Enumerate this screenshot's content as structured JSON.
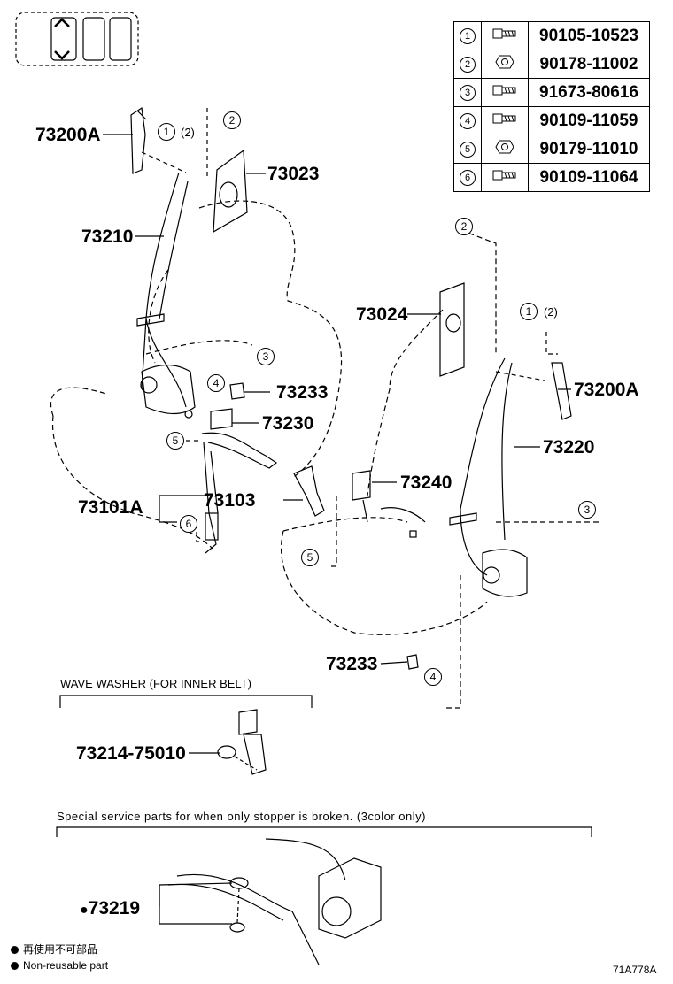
{
  "parts_table": [
    {
      "ref": "1",
      "part_no": "90105-10523",
      "icon": "bolt-icon"
    },
    {
      "ref": "2",
      "part_no": "90178-11002",
      "icon": "nut-icon"
    },
    {
      "ref": "3",
      "part_no": "91673-80616",
      "icon": "bolt-icon"
    },
    {
      "ref": "4",
      "part_no": "90109-11059",
      "icon": "bolt-icon"
    },
    {
      "ref": "5",
      "part_no": "90179-11010",
      "icon": "nut-icon"
    },
    {
      "ref": "6",
      "part_no": "90109-11064",
      "icon": "bolt-icon"
    }
  ],
  "labels": {
    "p73200A_left": "73200A",
    "p73023": "73023",
    "p73210": "73210",
    "p73233_left": "73233",
    "p73230": "73230",
    "p73101A": "73101A",
    "p73103": "73103",
    "p73024": "73024",
    "p73200A_right": "73200A",
    "p73220": "73220",
    "p73240": "73240",
    "p73233_bottom": "73233",
    "p73214": "73214-75010",
    "p73219": "73219"
  },
  "callouts": {
    "c1": "1",
    "c2": "2",
    "c3": "3",
    "c4": "4",
    "c5": "5",
    "c6": "6",
    "paren2": "(2)"
  },
  "notes": {
    "wave_washer": "WAVE WASHER (FOR INNER BELT)",
    "special_service": "Special service parts for when only stopper is broken. (3color only)",
    "legend_jp": "再使用不可部品",
    "legend_en": "Non-reusable part",
    "figure_code": "71A778A"
  },
  "markers": {
    "non_reusable": "●"
  }
}
